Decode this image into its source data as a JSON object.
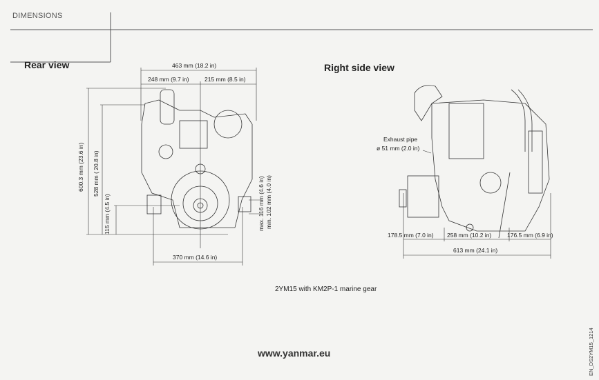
{
  "header": {
    "section_title": "DIMENSIONS"
  },
  "rear_view": {
    "title": "Rear view",
    "dims": {
      "overall_width": "463 mm (18.2 in)",
      "left_width": "248 mm (9.7 in)",
      "right_width": "215 mm (8.5 in)",
      "overall_height": "600.3 mm (23.6 in)",
      "height_528": "528 mm ( 20.8 in)",
      "height_115": "115 mm (4.5 in)",
      "max_height": "max. 116 mm (4.6 in)",
      "min_height": "min. 102 mm (4.0 in)",
      "mount_width": "370 mm (14.6 in)"
    }
  },
  "side_view": {
    "title": "Right side view",
    "exhaust_label": "Exhaust pipe",
    "exhaust_size": "ø 51 mm (2.0 in)",
    "dims": {
      "front": "178.5 mm (7.0 in)",
      "middle": "258 mm (10.2 in)",
      "rear": "176.5 mm (6.9 in)",
      "overall_length": "613 mm (24.1 in)"
    }
  },
  "caption": "2YM15 with KM2P-1 marine gear",
  "website": "www.yanmar.eu",
  "doc_code": "EN_DS2YM15_1214"
}
